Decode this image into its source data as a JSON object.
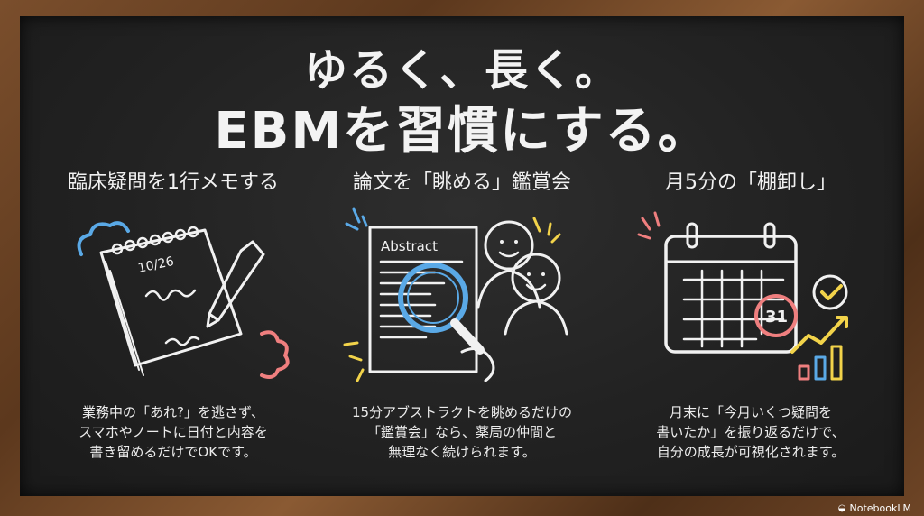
{
  "title": {
    "line1": "ゆるく、長く。",
    "line2": "EBMを習慣にする。"
  },
  "columns": [
    {
      "heading": "臨床疑問を1行メモする",
      "illustration_text": "10/26",
      "body": [
        "業務中の「あれ?」を逃さず、",
        "スマホやノートに日付と内容を",
        "書き留めるだけでOKです。"
      ]
    },
    {
      "heading": "論文を「眺める」鑑賞会",
      "illustration_text": "Abstract",
      "body": [
        "15分アブストラクトを眺めるだけの",
        "「鑑賞会」なら、薬局の仲間と",
        "無理なく続けられます。"
      ]
    },
    {
      "heading": "月5分の「棚卸し」",
      "illustration_text": "31",
      "body": [
        "月末に「今月いくつ疑問を",
        "書いたか」を振り返るだけで、",
        "自分の成長が可視化されます。"
      ]
    }
  ],
  "brand": {
    "label": "NotebookLM",
    "icon": "notebooklm-logo-icon"
  },
  "colors": {
    "chalk": "#f1f1f1",
    "blue": "#5aa9e6",
    "pink": "#ef7f7f",
    "yellow": "#f2d34a"
  }
}
